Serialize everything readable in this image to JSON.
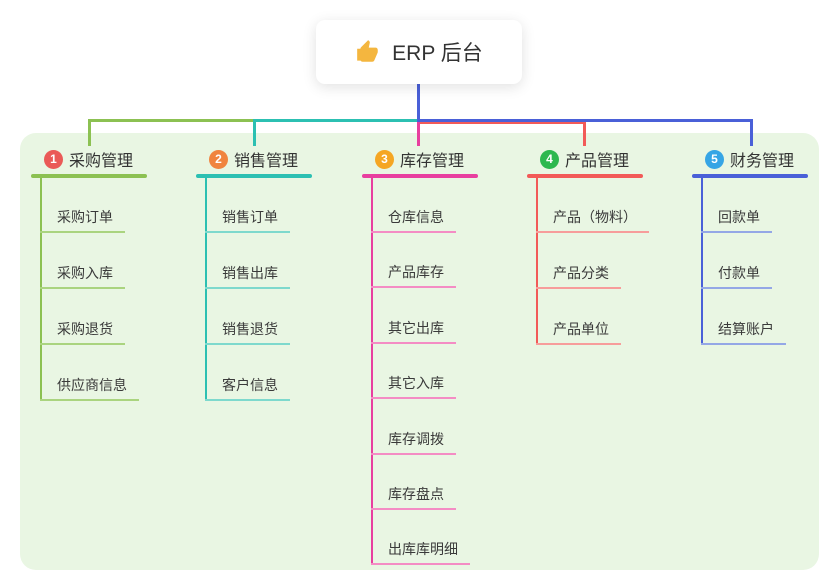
{
  "root": {
    "title": "ERP 后台",
    "icon": "thumbs-up"
  },
  "colors": {
    "canvas": "#ffffff",
    "panel": "#e9f6e3",
    "text": "#333333",
    "root_connector": "#4a60d8",
    "icon_yellow": "#f4b63f"
  },
  "branches": [
    {
      "number": "1",
      "title": "采购管理",
      "color": "#8cc152",
      "light_color": "#aad47f",
      "badge_color": "#ea5a57",
      "children": [
        "采购订单",
        "采购入库",
        "采购退货",
        "供应商信息"
      ]
    },
    {
      "number": "2",
      "title": "销售管理",
      "color": "#2cc0b2",
      "light_color": "#7ed9cd",
      "badge_color": "#f0843f",
      "children": [
        "销售订单",
        "销售出库",
        "销售退货",
        "客户信息"
      ]
    },
    {
      "number": "3",
      "title": "库存管理",
      "color": "#e83f9f",
      "light_color": "#f48cc4",
      "badge_color": "#f5a623",
      "children": [
        "仓库信息",
        "产品库存",
        "其它出库",
        "其它入库",
        "库存调拨",
        "库存盘点",
        "出库库明细"
      ]
    },
    {
      "number": "4",
      "title": "产品管理",
      "color": "#f25a58",
      "light_color": "#f79d9b",
      "badge_color": "#2db84f",
      "children": [
        "产品（物料）",
        "产品分类",
        "产品单位"
      ]
    },
    {
      "number": "5",
      "title": "财务管理",
      "color": "#4a60d8",
      "light_color": "#94a7e6",
      "badge_color": "#36a5e5",
      "children": [
        "回款单",
        "付款单",
        "结算账户"
      ]
    }
  ]
}
